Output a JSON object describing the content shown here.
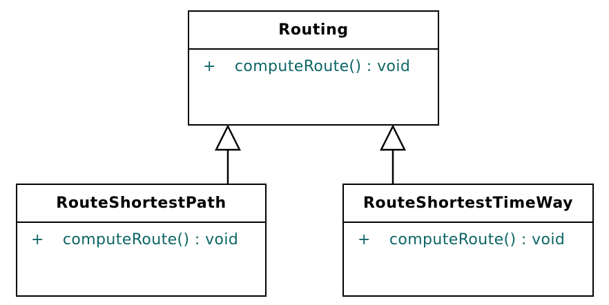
{
  "diagram": {
    "title": "UML class diagram",
    "background": "#ffffff",
    "colors": {
      "border": "#000000",
      "class_name_text": "#000000",
      "member_text": "#0d6565",
      "arrowhead_fill": "#ffffff"
    },
    "classes": [
      {
        "name": "Routing",
        "members": [
          {
            "visibility": "+",
            "signature": "computeRoute() : void"
          }
        ]
      },
      {
        "name": "RouteShortestPath",
        "members": [
          {
            "visibility": "+",
            "signature": "computeRoute() : void"
          }
        ]
      },
      {
        "name": "RouteShortestTimeWay",
        "members": [
          {
            "visibility": "+",
            "signature": "computeRoute() : void"
          }
        ]
      }
    ],
    "relationships": [
      {
        "type": "generalization",
        "from": "RouteShortestPath",
        "to": "Routing"
      },
      {
        "type": "generalization",
        "from": "RouteShortestTimeWay",
        "to": "Routing"
      }
    ]
  }
}
